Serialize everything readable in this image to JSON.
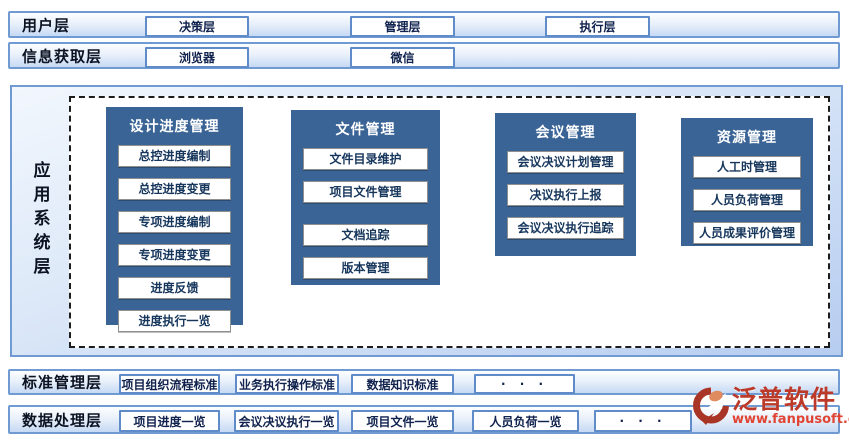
{
  "layers": {
    "user": {
      "label": "用户层",
      "buttons": [
        "决策层",
        "管理层",
        "执行层"
      ]
    },
    "info": {
      "label": "信息获取层",
      "buttons": [
        "浏览器",
        "微信"
      ]
    },
    "app": {
      "label": "应用系统层",
      "columns": [
        {
          "title": "设计进度管理",
          "items": [
            "总控进度编制",
            "总控进度变更",
            "专项进度编制",
            "专项进度变更",
            "进度反馈",
            "进度执行一览"
          ]
        },
        {
          "title": "文件管理",
          "items": [
            "文件目录维护",
            "项目文件管理",
            "文档追踪",
            "版本管理"
          ]
        },
        {
          "title": "会议管理",
          "items": [
            "会议决议计划管理",
            "决议执行上报",
            "会议决议执行追踪"
          ]
        },
        {
          "title": "资源管理",
          "items": [
            "人工时管理",
            "人员负荷管理",
            "人员成果评价管理"
          ]
        }
      ]
    },
    "standard": {
      "label": "标准管理层",
      "buttons": [
        "项目组织流程标准",
        "业务执行操作标准",
        "数据知识标准",
        "· · ·"
      ]
    },
    "data": {
      "label": "数据处理层",
      "buttons": [
        "项目进度一览",
        "会议决议执行一览",
        "项目文件一览",
        "人员负荷一览",
        "· · ·"
      ]
    }
  },
  "logo": {
    "name": "泛普软件",
    "url": "www.fanpusoft.com"
  },
  "colors": {
    "row_border": "#6f9bd2",
    "module_panel": "#3a6496",
    "button_text": "#10224e",
    "logo_red": "#bb3a29",
    "logo_url_red": "#e04434"
  }
}
